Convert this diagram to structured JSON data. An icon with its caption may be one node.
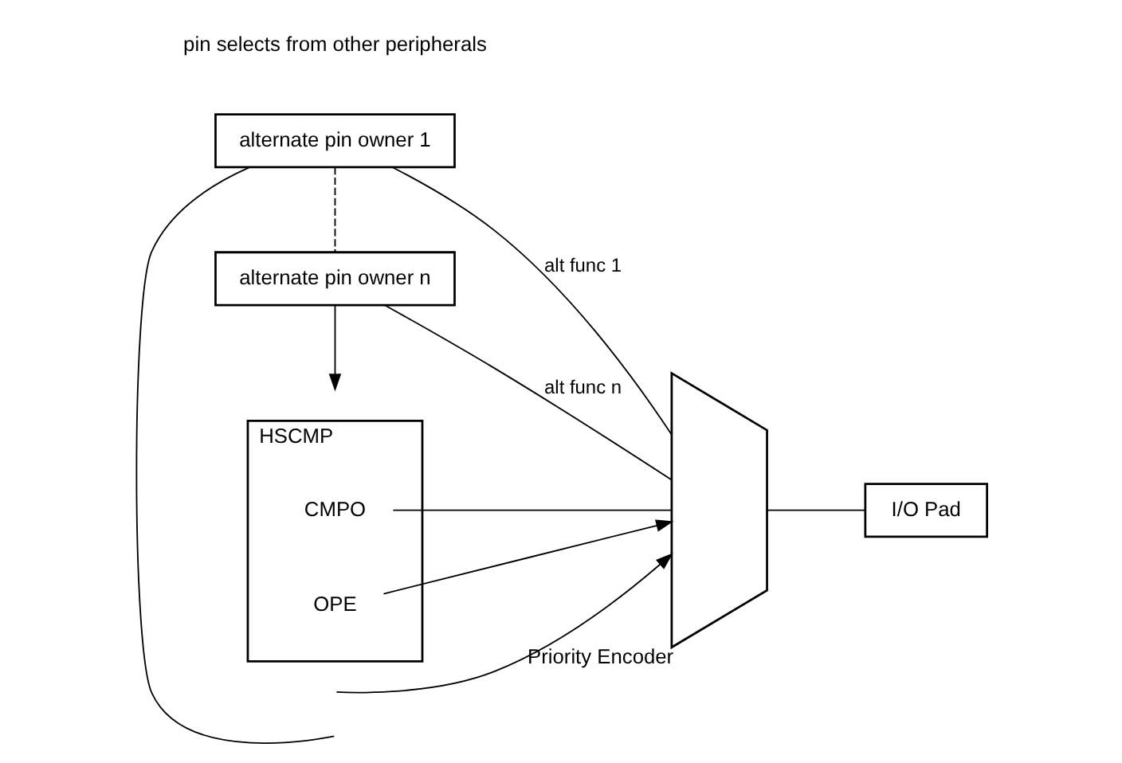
{
  "diagram": {
    "nodes": [
      {
        "text": [
          "alternate pin owner 1"
        ]
      },
      {
        "text": [
          "alternate pin owner n"
        ]
      },
      {
        "text": [
          "HSCMP"
        ]
      },
      {
        "text": [
          "CMPO"
        ],
        "in": 2
      },
      {
        "text": [
          "OPE"
        ],
        "in": 2
      },
      {
        "text": [
          "Priority Encoder"
        ]
      },
      {
        "text": [
          "I/O Pad"
        ]
      }
    ],
    "edges": [
      {
        "from": 0,
        "to": 5,
        "arrow": "none",
        "label": "alt func 1"
      },
      {
        "from": 1,
        "to": 5,
        "arrow": "none",
        "label": "alt func n"
      },
      {
        "from": 3,
        "to": 5,
        "arrow": "none"
      },
      {
        "from": 4,
        "to": 5,
        "arrow": "to"
      },
      {
        "from": null,
        "to": 5,
        "arrow": "to"
      },
      {
        "from": 5,
        "to": 6,
        "arrow": "none"
      },
      {
        "from": 0,
        "to": 1,
        "arrow": "none",
        "style": "dashed"
      },
      {
        "from": 0,
        "to": null,
        "arrow": "none"
      },
      {
        "from": 1,
        "to": null,
        "arrow": "to"
      }
    ],
    "labels": [
      "pin selects from other peripherals"
    ]
  }
}
